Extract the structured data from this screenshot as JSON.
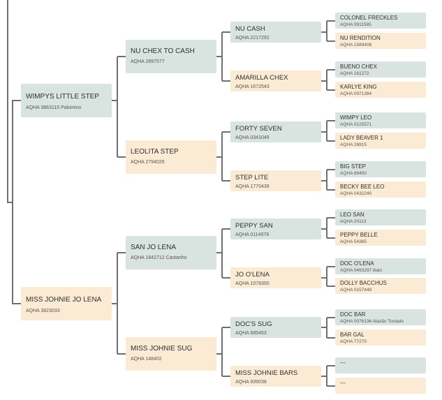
{
  "pedigree": {
    "gen1": [
      {
        "name": "WIMPYS LITTLE STEP",
        "reg": "AQHA 3863115 Palomino"
      },
      {
        "name": "MISS JOHNIE JO LENA",
        "reg": "AQHA 3823033"
      }
    ],
    "gen2": [
      {
        "name": "NU CHEX TO CASH",
        "reg": "AQHA 2897577"
      },
      {
        "name": "LEOLITA STEP",
        "reg": "AQHA 2794026"
      },
      {
        "name": "SAN JO LENA",
        "reg": "AQHA 1842712 Castanho"
      },
      {
        "name": "MISS JOHNIE SUG",
        "reg": "AQHA 148402"
      }
    ],
    "gen3": [
      {
        "name": "NU CASH",
        "reg": "AQHA 2217292"
      },
      {
        "name": "AMARILLA CHEX",
        "reg": "AQHA 1672543"
      },
      {
        "name": "FORTY SEVEN",
        "reg": "AQHA 0341045"
      },
      {
        "name": "STEP LITE",
        "reg": "AQHA 1770439"
      },
      {
        "name": "PEPPY SAN",
        "reg": "AQHA 0114978"
      },
      {
        "name": "JO O'LENA",
        "reg": "AQHA 1078350"
      },
      {
        "name": "DOC'S SUG",
        "reg": "AQHA 685463"
      },
      {
        "name": "MISS JOHNIE BARS",
        "reg": "AQHA 939038"
      }
    ],
    "gen4": [
      {
        "name": "COLONEL FRECKLES",
        "reg": "AQHA 0911585"
      },
      {
        "name": "NU RENDITION",
        "reg": "AQHA 1589408"
      },
      {
        "name": "BUENO CHEX",
        "reg": "AQHA 161272"
      },
      {
        "name": "KARLYE KING",
        "reg": "AQHA 0971384"
      },
      {
        "name": "WIMPY LEO",
        "reg": "AQHA 0125571"
      },
      {
        "name": "LADY BEAVER 1",
        "reg": "AQHA 28815"
      },
      {
        "name": "BIG STEP",
        "reg": "AQHA 69450"
      },
      {
        "name": "BECKY BEE LEO",
        "reg": "AQHA 0432240"
      },
      {
        "name": "LEO SAN",
        "reg": "AQHA 20113"
      },
      {
        "name": "PEPPY BELLE",
        "reg": "AQHA 54365"
      },
      {
        "name": "DOC O'LENA",
        "reg": "AQHA 0493297 Baio"
      },
      {
        "name": "DOLLY BACCHUS",
        "reg": "AQHA 0157449"
      },
      {
        "name": "DOC BAR",
        "reg": "AQHA 0076136 Alazão Tostado"
      },
      {
        "name": "BAR GAL",
        "reg": "AQHA 77270"
      },
      {
        "name": "---",
        "reg": ""
      },
      {
        "name": "---",
        "reg": ""
      }
    ]
  },
  "colors": {
    "sire": "#d9e4e0",
    "dam": "#fcebd4",
    "line": "#6f6f6f"
  }
}
